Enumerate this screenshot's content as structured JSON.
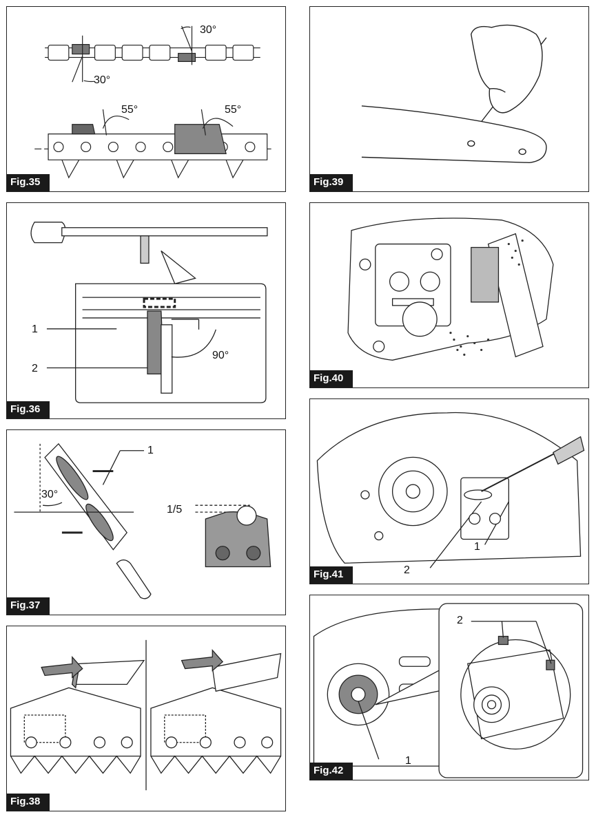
{
  "figures": [
    {
      "id": "fig35",
      "label": "Fig.35",
      "annotations": {
        "angle_top_right": "30°",
        "angle_top_left": "30°",
        "angle_bottom_left": "55°",
        "angle_bottom_right": "55°"
      }
    },
    {
      "id": "fig36",
      "label": "Fig.36",
      "annotations": {
        "callout_1": "1",
        "callout_2": "2",
        "angle": "90°"
      }
    },
    {
      "id": "fig37",
      "label": "Fig.37",
      "annotations": {
        "callout_1": "1",
        "angle": "30°",
        "ratio": "1/5"
      }
    },
    {
      "id": "fig38",
      "label": "Fig.38",
      "annotations": {}
    },
    {
      "id": "fig39",
      "label": "Fig.39",
      "annotations": {}
    },
    {
      "id": "fig40",
      "label": "Fig.40",
      "annotations": {}
    },
    {
      "id": "fig41",
      "label": "Fig.41",
      "annotations": {
        "callout_1": "1",
        "callout_2": "2"
      }
    },
    {
      "id": "fig42",
      "label": "Fig.42",
      "annotations": {
        "callout_1": "1",
        "callout_2": "2"
      }
    }
  ]
}
